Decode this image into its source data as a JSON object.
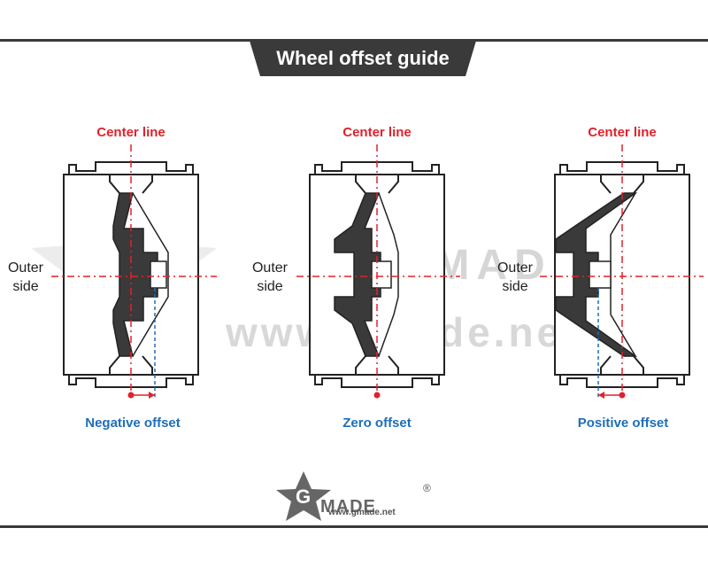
{
  "title": "Wheel offset guide",
  "colors": {
    "accent_red": "#e0222c",
    "accent_blue": "#1e6fb8",
    "dark": "#3a3a3a",
    "watermark": "#d8d8d8"
  },
  "watermark": {
    "brand": "GMADE",
    "url": "www.gmade.net",
    "registered": "®"
  },
  "panels": [
    {
      "center_label": "Center line",
      "side_label_line1": "Outer",
      "side_label_line2": "side",
      "offset_label": "Negative offset"
    },
    {
      "center_label": "Center line",
      "side_label_line1": "Outer",
      "side_label_line2": "side",
      "offset_label": "Zero offset"
    },
    {
      "center_label": "Center line",
      "side_label_line1": "Outer",
      "side_label_line2": "side",
      "offset_label": "Positive offset"
    }
  ],
  "logo": {
    "letter": "G",
    "word": "MADE",
    "registered": "®",
    "url": "www.gmade.net"
  }
}
